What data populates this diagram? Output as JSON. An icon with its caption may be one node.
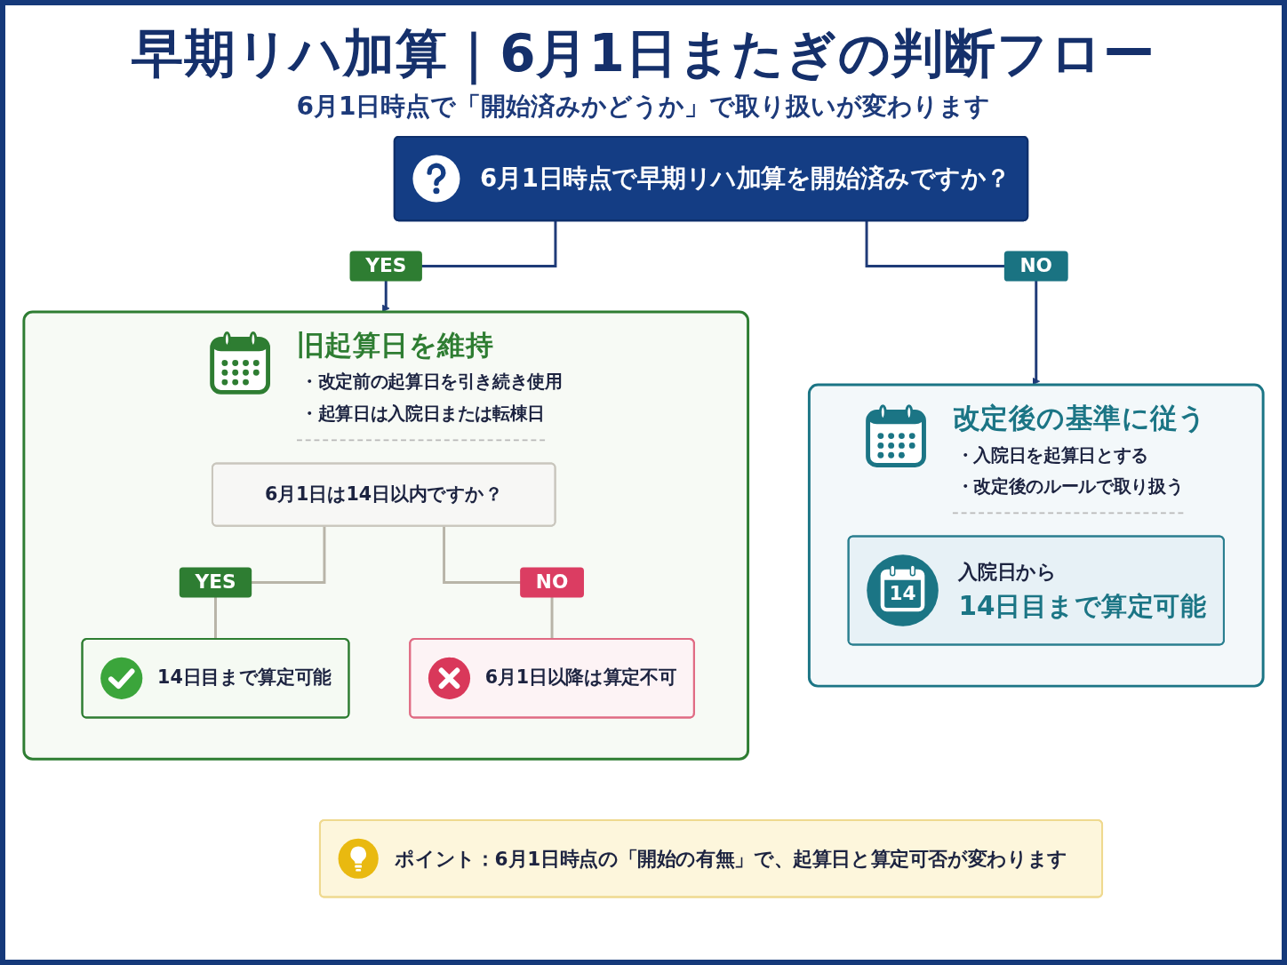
{
  "diagram": {
    "title": "早期リハ加算｜6月1日またぎの判断フロー",
    "nodes": [
      {
        "text": [
          "6月1日時点で早期リハ加算を開始済みですか？"
        ]
      },
      {
        "text": [
          "旧起算日を維持",
          "・改定前の起算日を引き続き使用",
          "・起算日は入院日または転棟日"
        ]
      },
      {
        "text": [
          "改定後の基準に従う",
          "・入院日を起算日とする",
          "・改定後のルールで取り扱う"
        ]
      },
      {
        "text": [
          "6月1日は14日以内ですか？"
        ],
        "in": 1
      },
      {
        "text": [
          "14日目まで算定可能"
        ],
        "in": 1
      },
      {
        "text": [
          "6月1日以降は算定不可"
        ],
        "in": 1
      },
      {
        "text": [
          "14",
          "入院日から",
          "14日目まで算定可能"
        ],
        "in": 2
      },
      {
        "text": [
          "ポイント：6月1日時点の「開始の有無」で、起算日と算定可否が変わります"
        ]
      }
    ],
    "edges": [
      {
        "from": 0,
        "to": 1,
        "arrow": "to",
        "label": "YES"
      },
      {
        "from": 0,
        "to": 2,
        "arrow": "to",
        "label": "NO"
      },
      {
        "from": 3,
        "to": 4,
        "arrow": "none",
        "label": "YES",
        "color": "#b8b4a8"
      },
      {
        "from": 3,
        "to": 5,
        "arrow": "none",
        "label": "NO",
        "color": "#b8b4a8"
      }
    ],
    "labels": [
      "6月1日時点で「開始済みかどうか」で取り扱いが変わります"
    ]
  }
}
